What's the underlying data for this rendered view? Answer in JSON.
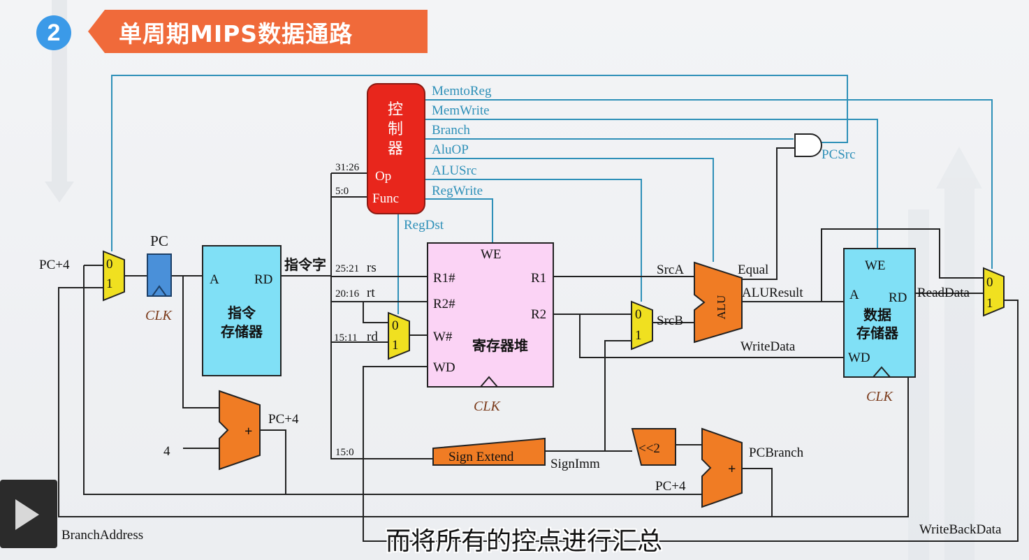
{
  "header": {
    "section_number": "2",
    "title": "单周期MIPS数据通路"
  },
  "control_unit": {
    "name": "控\n制\n器",
    "chars": [
      "控",
      "制",
      "器"
    ],
    "op_label": "Op",
    "func_label": "Func",
    "signals": [
      "MemtoReg",
      "MemWrite",
      "Branch",
      "AluOP",
      "ALUSrc",
      "RegWrite"
    ],
    "regdst": "RegDst"
  },
  "fields": {
    "op_bits": "31:26",
    "func_bits": "5:0",
    "rs_bits": "25:21",
    "rs": "rs",
    "rt_bits": "20:16",
    "rt": "rt",
    "rd_bits": "15:11",
    "rd": "rd",
    "imm_bits": "15:0"
  },
  "pc": {
    "label": "PC",
    "clk": "CLK",
    "pc_plus4": "PC+4"
  },
  "instr_mem": {
    "a": "A",
    "rd": "RD",
    "name1": "指令",
    "name2": "存储器",
    "out": "指令字"
  },
  "regfile": {
    "we": "WE",
    "r1n": "R1#",
    "r2n": "R2#",
    "wn": "W#",
    "wd": "WD",
    "r1": "R1",
    "r2": "R2",
    "name": "寄存器堆",
    "clk": "CLK"
  },
  "mux": {
    "in0": "0",
    "in1": "1"
  },
  "alu": {
    "name": "ALU",
    "srca": "SrcA",
    "srcb": "SrcB",
    "equal": "Equal",
    "result": "ALUResult",
    "writedata": "WriteData"
  },
  "pcsrc": "PCSrc",
  "data_mem": {
    "we": "WE",
    "a": "A",
    "rd": "RD",
    "wd": "WD",
    "name1": "数据",
    "name2": "存储器",
    "clk": "CLK",
    "readdata": "ReadData"
  },
  "adder": {
    "plus": "+",
    "four": "4",
    "pc_plus4": "PC+4",
    "pcbranch": "PCBranch",
    "pc_plus4_b": "PC+4"
  },
  "sign_extend": {
    "name": "Sign Extend",
    "out": "SignImm",
    "shift": "<<2"
  },
  "bottom": {
    "branch_address": "BranchAddress",
    "writeback": "WriteBackData"
  },
  "subtitle": "而将所有的控点进行汇总",
  "colors": {
    "signal": "#2e90b8",
    "control": "#e8261c",
    "mux": "#f0e020",
    "unit": "#f07c24",
    "memory": "#80e0f6",
    "regfile": "#fbd3f5",
    "pcreg": "#4a90d9"
  }
}
